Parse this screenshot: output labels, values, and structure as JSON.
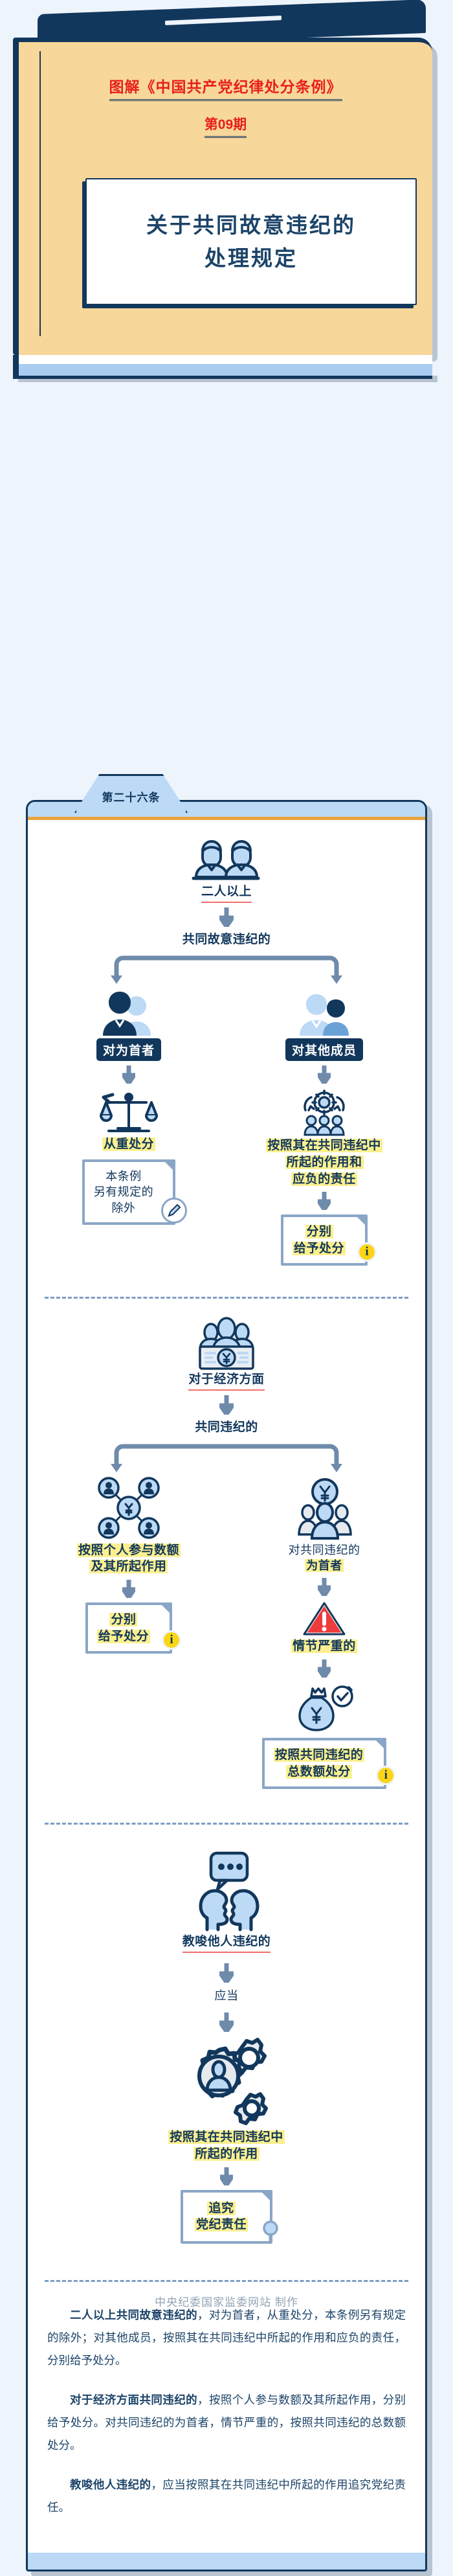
{
  "header": {
    "series_title": "图解《中国共产党纪律处分条例》",
    "issue": "第09期",
    "main_title_line1": "关于共同故意违纪的",
    "main_title_line2": "处理规定"
  },
  "article_tab": "第二十六条",
  "section1": {
    "icon": "two-people-icon",
    "root": "二人以上",
    "condition": "共同故意违纪的",
    "left": {
      "icon": "leader-person-icon",
      "pill": "对为首者",
      "result_icon": "scales-balance-icon",
      "result": "从重处分",
      "note_line1": "本条例",
      "note_line2": "另有规定的",
      "note_line3": "除外",
      "note_badge": "pencil-icon"
    },
    "right": {
      "icon": "other-members-icon",
      "pill": "对其他成员",
      "result_icon": "gear-people-icon",
      "result_line1": "按照其在共同违纪中",
      "result_line2": "所起的作用和",
      "result_line3": "应负的责任",
      "doc_line1": "分别",
      "doc_line2": "给予处分",
      "doc_badge": "info-icon"
    }
  },
  "section2": {
    "icon": "people-money-icon",
    "root": "对于经济方面",
    "condition": "共同违纪的",
    "left": {
      "icon": "network-money-icon",
      "result_line1": "按照个人参与数额",
      "result_line2": "及其所起作用",
      "doc_line1": "分别",
      "doc_line2": "给予处分",
      "doc_badge": "info-icon"
    },
    "right": {
      "icon": "money-group-icon",
      "label_line1": "对共同违纪的",
      "label_line2": "为首者",
      "warn_icon": "warning-triangle-icon",
      "warn_text": "情节严重的",
      "money_icon": "money-bag-gear-icon",
      "doc_line1": "按照共同违纪的",
      "doc_line2": "总数额处分",
      "doc_badge": "info-icon"
    }
  },
  "section3": {
    "icon": "two-heads-speech-icon",
    "root": "教唆他人违纪的",
    "modal": "应当",
    "gear_icon": "gears-person-icon",
    "result_line1": "按照其在共同违纪中",
    "result_line2": "所起的作用",
    "doc_line1": "追究",
    "doc_line2": "党纪责任",
    "doc_badge": "magnifier-icon"
  },
  "paragraphs": [
    {
      "bold": "二人以上共同故意违纪的",
      "rest": "，对为首者，从重处分，本条例另有规定的除外；对其他成员，按照其在共同违纪中所起的作用和应负的责任，分别给予处分。"
    },
    {
      "bold": "对于经济方面共同违纪的",
      "rest": "，按照个人参与数额及其所起作用，分别给予处分。对共同违纪的为首者，情节严重的，按照共同违纪的总数额处分。"
    },
    {
      "bold": "教唆他人违纪的",
      "rest": "，应当按照其在共同违纪中所起的作用追究党纪责任。"
    }
  ],
  "credit": "中央纪委国家监委网站 制作",
  "colors": {
    "navy": "#12375c",
    "light_blue": "#bcd9f6",
    "cream": "#f8d79b",
    "red": "#e8201a",
    "highlight": "#fbf08f",
    "page_bg": "#eef4fb",
    "gold": "#e8a33d"
  }
}
